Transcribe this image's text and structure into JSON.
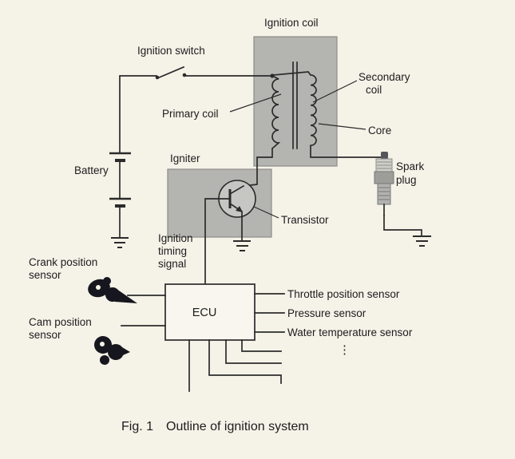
{
  "colors": {
    "paper": "#f5f2e8",
    "ink": "#1c1c1c",
    "wire": "#2b2b2b",
    "box_fill": "#b4b4b0",
    "box_edge": "#8c8c88",
    "ecu_fill": "#f8f6ee",
    "sensor_dark": "#16161e",
    "metal": "#9d9d99",
    "insulator": "#cfcfc9",
    "thread_metal": "#b2b2ae"
  },
  "labels": {
    "ignition_coil": "Ignition coil",
    "ignition_switch": "Ignition switch",
    "secondary_line1": "Secondary",
    "secondary_line2": "coil",
    "primary_coil": "Primary coil",
    "core": "Core",
    "battery": "Battery",
    "igniter": "Igniter",
    "spark_line1": "Spark",
    "spark_line2": "plug",
    "transistor": "Transistor",
    "timing_line1": "Ignition",
    "timing_line2": "timing",
    "timing_line3": "signal",
    "crank_line1": "Crank position",
    "crank_line2": "sensor",
    "cam_line1": "Cam position",
    "cam_line2": "sensor",
    "ecu": "ECU",
    "throttle": "Throttle position sensor",
    "pressure": "Pressure sensor",
    "water_temp": "Water temperature sensor",
    "more_dots": "⋮"
  },
  "caption": {
    "fig": "Fig. 1",
    "title": "Outline of ignition system"
  }
}
